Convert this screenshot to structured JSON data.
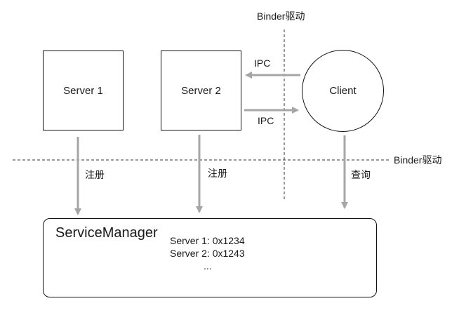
{
  "driver_label_top": "Binder驱动",
  "driver_label_right": "Binder驱动",
  "nodes": {
    "server1": "Server 1",
    "server2": "Server 2",
    "client": "Client"
  },
  "edges": {
    "ipc_request": "IPC",
    "ipc_reply": "IPC",
    "register1": "注册",
    "register2": "注册",
    "query": "查询"
  },
  "service_manager": {
    "title": "ServiceManager",
    "entries": [
      "Server 1: 0x1234",
      "Server 2: 0x1243",
      "..."
    ]
  },
  "colors": {
    "arrow": "#a6a6a6",
    "border": "#111111",
    "dashed_line": "#333333"
  }
}
